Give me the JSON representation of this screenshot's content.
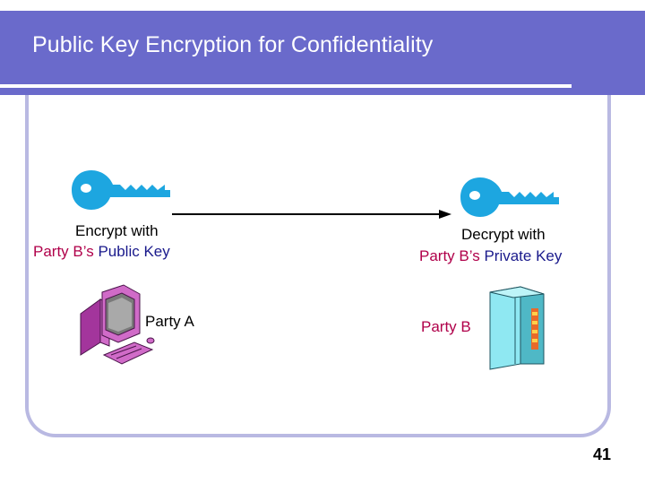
{
  "slide": {
    "title": "Public Key Encryption for Confidentiality",
    "page_number": "41"
  },
  "left": {
    "line1": "Encrypt with",
    "party_prefix": "Party B’s ",
    "key_name": "Public Key",
    "party_label": "Party A"
  },
  "right": {
    "line1": "Decrypt with",
    "party_prefix": "Party B’s ",
    "key_name": "Private Key",
    "party_label": "Party B"
  },
  "icons": {
    "left_key": "key-icon",
    "right_key": "key-icon",
    "party_a": "computer-icon",
    "party_b": "server-icon",
    "arrow": "arrow-right"
  },
  "colors": {
    "title_bar": "#6a6acb",
    "key": "#1da6e0",
    "computer": "#c84fb8",
    "server": "#7fe3ee",
    "frame": "#b9b9e2",
    "party_text": "#b0004a",
    "key_text": "#1a1a8c"
  }
}
